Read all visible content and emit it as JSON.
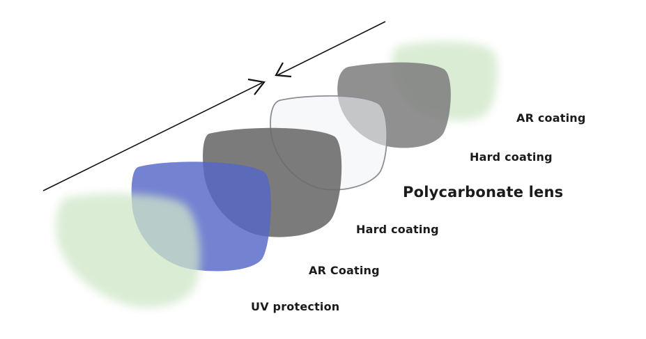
{
  "layers": [
    {
      "name": "layer-uv-protection",
      "label": "UV protection",
      "color": "#cfe6c8"
    },
    {
      "name": "layer-ar-coating-front",
      "label": "AR Coating",
      "color": "#5f73cc"
    },
    {
      "name": "layer-hard-coating-front",
      "label": "Hard coating",
      "color": "#7b7b7b"
    },
    {
      "name": "layer-polycarbonate-lens",
      "label": "Polycarbonate lens",
      "color": "#f2f3f7"
    },
    {
      "name": "layer-hard-coating-back",
      "label": "Hard coating",
      "color": "#8a8a8a"
    },
    {
      "name": "layer-ar-coating-back",
      "label": "AR coating",
      "color": "#cfe6c8"
    }
  ]
}
